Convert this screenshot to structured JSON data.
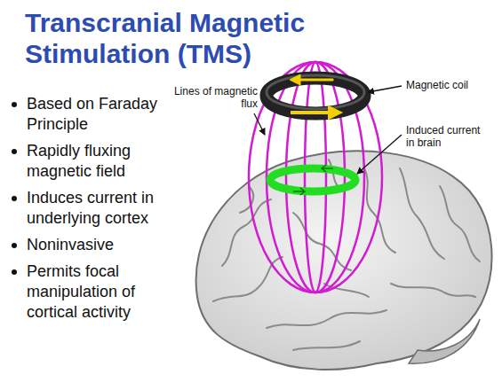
{
  "diagram": {
    "title": "Transcranial Magnetic Stimulation (TMS)",
    "labels": [
      "Based on Faraday Principle",
      "Rapidly fluxing magnetic field",
      "Induces current in underlying cortex",
      "Noninvasive",
      "Permits focal manipulation of cortical activity",
      "Lines of magnetic flux",
      "Magnetic coil",
      "Induced current in brain"
    ]
  }
}
